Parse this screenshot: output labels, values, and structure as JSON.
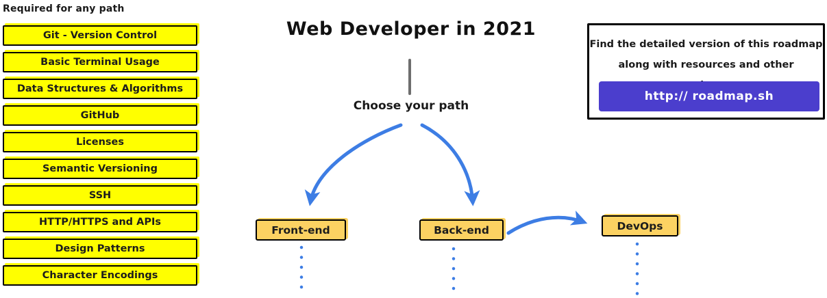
{
  "colors": {
    "topic_fill": "#ffff00",
    "path_fill": "#fcd262",
    "arrow_blue": "#3d7de4",
    "button_purple": "#4b3ecd",
    "divider_gray": "#6e6e6e",
    "border_black": "#000000"
  },
  "required": {
    "heading": "Required for any path",
    "items": [
      "Git - Version Control",
      "Basic Terminal Usage",
      "Data Structures & Algorithms",
      "GitHub",
      "Licenses",
      "Semantic Versioning",
      "SSH",
      "HTTP/HTTPS and APIs",
      "Design Patterns",
      "Character Encodings"
    ]
  },
  "header": {
    "title": "Web Developer in 2021"
  },
  "center": {
    "choose_label": "Choose your path"
  },
  "paths": {
    "front_end": {
      "label": "Front-end"
    },
    "back_end": {
      "label": "Back-end"
    },
    "devops": {
      "label": "DevOps"
    }
  },
  "info_box": {
    "line1": "Find the detailed version of this roadmap",
    "line2": "along with resources and other roadmaps",
    "button_label": "http:// roadmap.sh"
  }
}
